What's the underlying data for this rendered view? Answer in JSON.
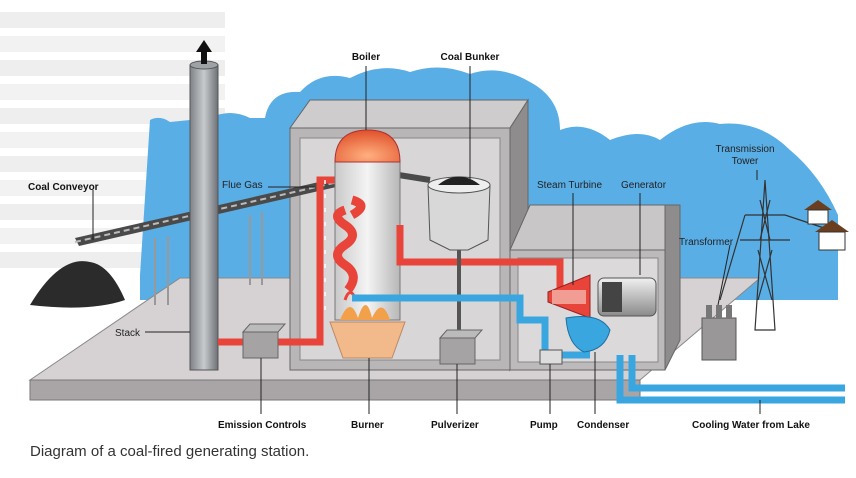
{
  "labels": {
    "boiler": "Boiler",
    "coal_bunker": "Coal Bunker",
    "transmission_tower": "Transmission\nTower",
    "coal_conveyor": "Coal Conveyor",
    "flue_gas": "Flue Gas",
    "steam_turbine": "Steam Turbine",
    "generator": "Generator",
    "transformer": "Transformer",
    "stack": "Stack",
    "emission_controls": "Emission Controls",
    "burner": "Burner",
    "pulverizer": "Pulverizer",
    "pump": "Pump",
    "condenser": "Condenser",
    "cooling_water": "Cooling Water from Lake"
  },
  "caption": "Diagram of a coal-fired generating station.",
  "colors": {
    "sky": "#5aaee6",
    "platform": "#d8d4d6",
    "building": "#b5b2b4",
    "steam_pipe": "#e8443a",
    "water_pipe": "#3aa6e0",
    "coal": "#2b2b2b",
    "fire": "#f2a04a"
  }
}
